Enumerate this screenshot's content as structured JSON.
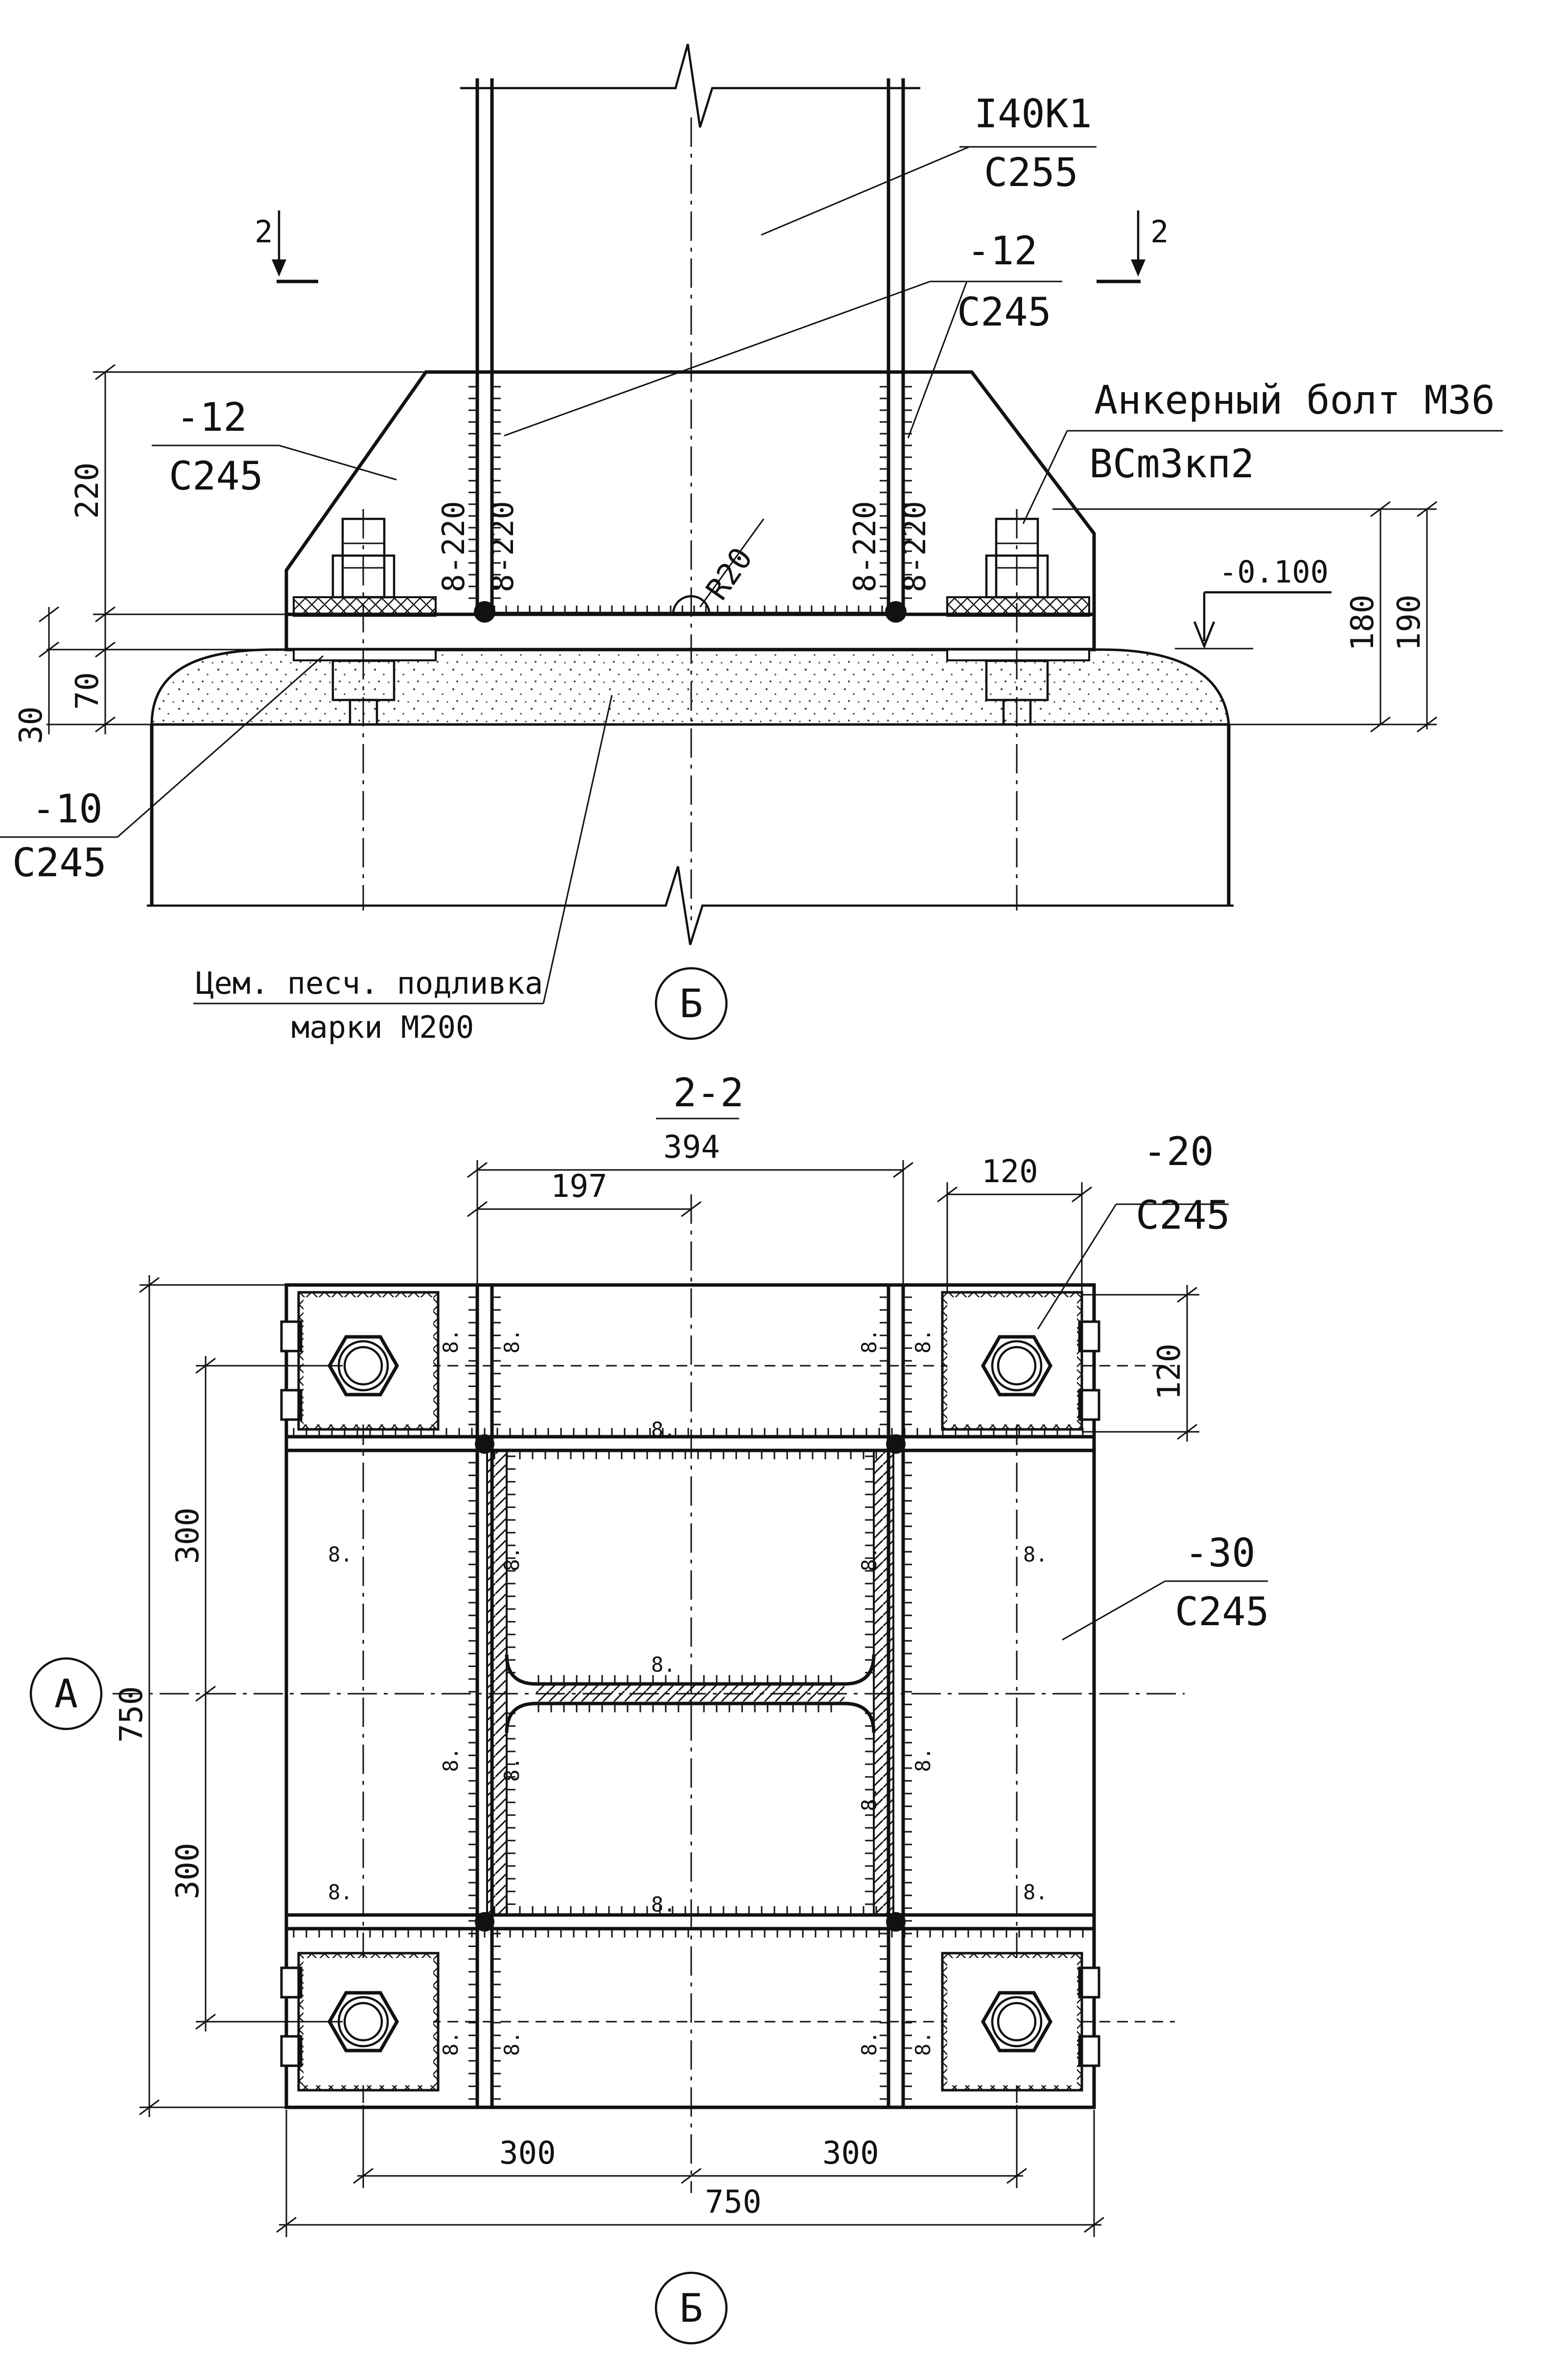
{
  "top_view": {
    "column_label": {
      "top": "I40K1",
      "bottom": "C255"
    },
    "rib_label": {
      "top": "-12",
      "bottom": "C245"
    },
    "gusset_label": {
      "top": "-12",
      "bottom": "C245"
    },
    "anchor_label": {
      "top": "Анкерный болт М36",
      "bottom": "ВСm3кп2"
    },
    "washer_label": {
      "top": "-10",
      "bottom": "C245"
    },
    "grout_label": {
      "top": "Цем. песч. подливка",
      "bottom": "марки М200"
    },
    "section_mark": "2",
    "weld_marks": [
      "8-220",
      "8-220",
      "8-220",
      "8-220"
    ],
    "radius": "R20",
    "elevation": "-0.100",
    "dims": {
      "d220": "220",
      "d70": "70",
      "d30": "30",
      "d180": "180",
      "d190": "190"
    },
    "axis_marker": "Б"
  },
  "plan_view": {
    "section_title": {
      "top": "2-2",
      "bottom": "394"
    },
    "dims": {
      "d197": "197",
      "d120_top": "120",
      "d120_right": "120",
      "d300_upper": "300",
      "d300_lower": "300",
      "d750_left": "750",
      "d300_bottom_left": "300",
      "d300_bottom_right": "300",
      "d750_bottom": "750"
    },
    "washer_label": {
      "top": "-20",
      "bottom": "C245"
    },
    "plate_label": {
      "top": "-30",
      "bottom": "C245"
    },
    "weld_mark": "8.",
    "axis_left": "А",
    "axis_bottom": "Б"
  }
}
